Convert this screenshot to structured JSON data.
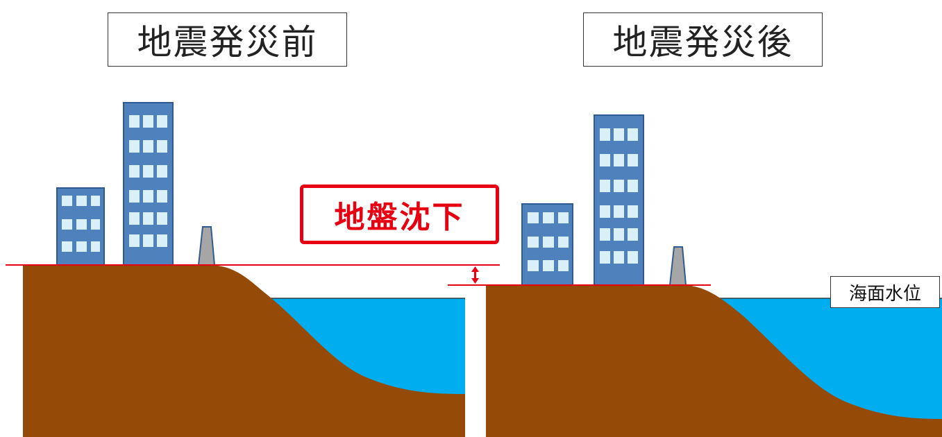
{
  "panels": {
    "before": {
      "title": "地震発災前"
    },
    "after": {
      "title": "地震発災後"
    }
  },
  "labels": {
    "subsidence": "地盤沈下",
    "sea_level": "海面水位"
  },
  "colors": {
    "ground": "#964a08",
    "sea": "#00aeef",
    "reference_line": "#e60012",
    "building_fill": "#4f81bd",
    "building_edge": "#2f5a8f",
    "window": "#d9f0f8",
    "monument": "#a6a6a6"
  },
  "icons": {
    "double_arrow": "vertical-double-arrow-icon",
    "building": "building-icon",
    "monument": "monument-icon"
  }
}
